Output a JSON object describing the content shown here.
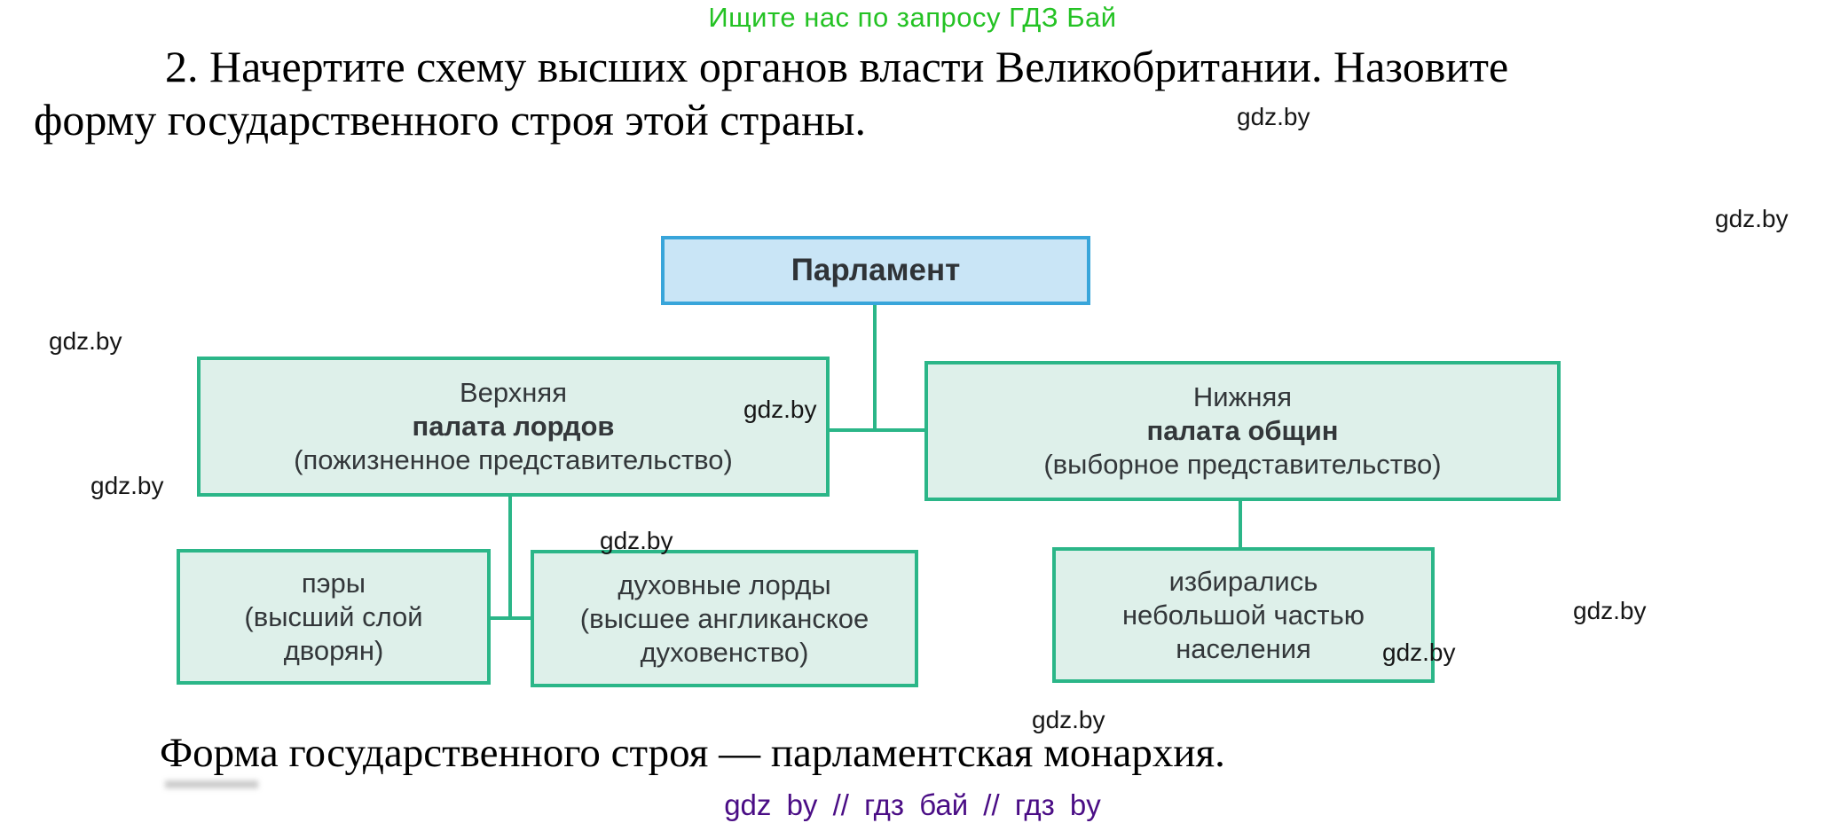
{
  "promo": {
    "top_text": "Ищите нас по запросу ГДЗ Бай"
  },
  "watermark": {
    "label": "gdz.by"
  },
  "task": {
    "line1": "2. Начертите схему высших органов власти Великобритании. Назовите",
    "line2": "форму государственного строя этой страны."
  },
  "diagram": {
    "parliament": "Парламент",
    "upper_house": {
      "line1": "Верхняя",
      "line2": "палата лордов",
      "line3": "(пожизненное представительство)"
    },
    "lower_house": {
      "line1": "Нижняя",
      "line2": "палата общин",
      "line3": "(выборное представительство)"
    },
    "peers": {
      "line1": "пэры",
      "line2": "(высший слой",
      "line3": "дворян)"
    },
    "spiritual_lords": {
      "line1": "духовные лорды",
      "line2": "(высшее англиканское",
      "line3": "духовенство)"
    },
    "commons_electorate": {
      "line1": "избирались",
      "line2": "небольшой частью",
      "line3": "населения"
    }
  },
  "conclusion": "Форма государственного строя — парламентская монархия.",
  "footer": {
    "text": "gdz by // гдз бай // гдз by"
  },
  "colors": {
    "promo_green": "#24c224",
    "parliament_fill": "#c9e5f6",
    "parliament_border": "#38a5da",
    "green_box_fill": "#def0ea",
    "green_box_border": "#2bb688",
    "footer_purple": "#4a0d85",
    "watermark_black": "#161616"
  }
}
